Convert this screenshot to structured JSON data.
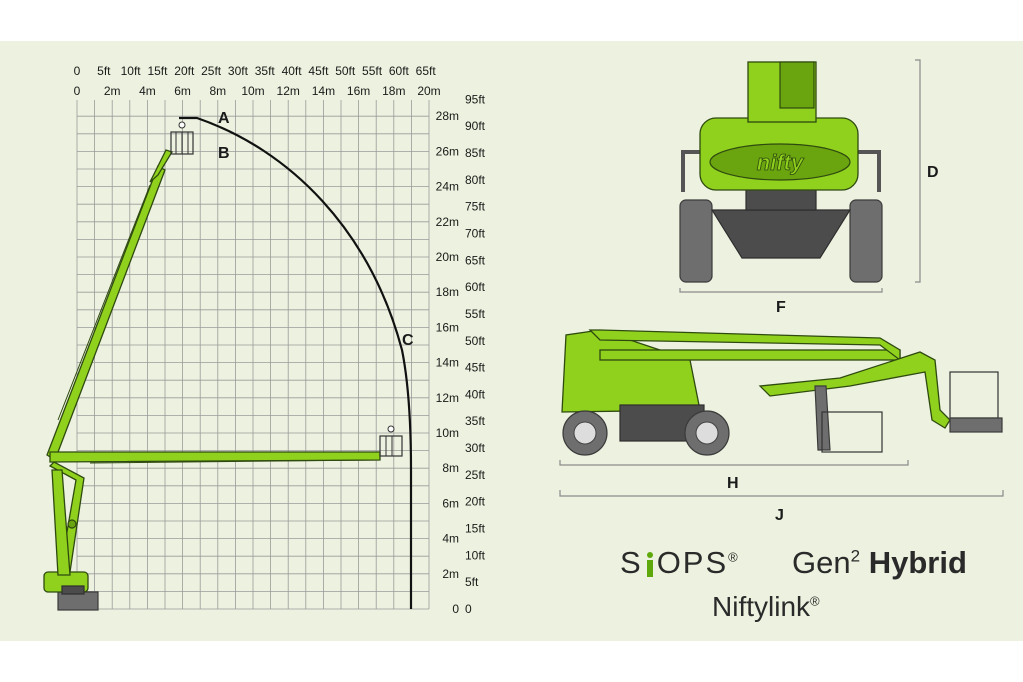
{
  "reach_chart": {
    "x_ft_ticks": [
      "0",
      "5ft",
      "10ft",
      "15ft",
      "20ft",
      "25ft",
      "30ft",
      "35ft",
      "40ft",
      "45ft",
      "50ft",
      "55ft",
      "60ft",
      "65ft"
    ],
    "x_m_ticks": [
      "0",
      "2m",
      "4m",
      "6m",
      "8m",
      "10m",
      "12m",
      "14m",
      "16m",
      "18m",
      "20m"
    ],
    "y_m_ticks": [
      "0",
      "2m",
      "4m",
      "6m",
      "8m",
      "10m",
      "12m",
      "14m",
      "16m",
      "18m",
      "20m",
      "22m",
      "24m",
      "26m",
      "28m"
    ],
    "y_ft_ticks": [
      "0",
      "5ft",
      "10ft",
      "15ft",
      "20ft",
      "25ft",
      "30ft",
      "35ft",
      "40ft",
      "45ft",
      "50ft",
      "55ft",
      "60ft",
      "65ft",
      "70ft",
      "75ft",
      "80ft",
      "85ft",
      "90ft",
      "95ft"
    ],
    "labels": {
      "a": "A",
      "b": "B",
      "c": "C"
    }
  },
  "dimension_labels": {
    "d": "D",
    "f": "F",
    "h": "H",
    "j": "J"
  },
  "logos": {
    "siops": "S",
    "siops_rest": "OPS",
    "reg": "®",
    "gen": "Gen",
    "gen_sup": "2",
    "hybrid": "Hybrid",
    "niftylink": "Niftylink",
    "niftylink_reg": "®"
  },
  "machine_branding": "nifty",
  "colors": {
    "machine_green": "#8fd11c",
    "background": "#ecf2df",
    "grid": "#9a9a9a"
  }
}
